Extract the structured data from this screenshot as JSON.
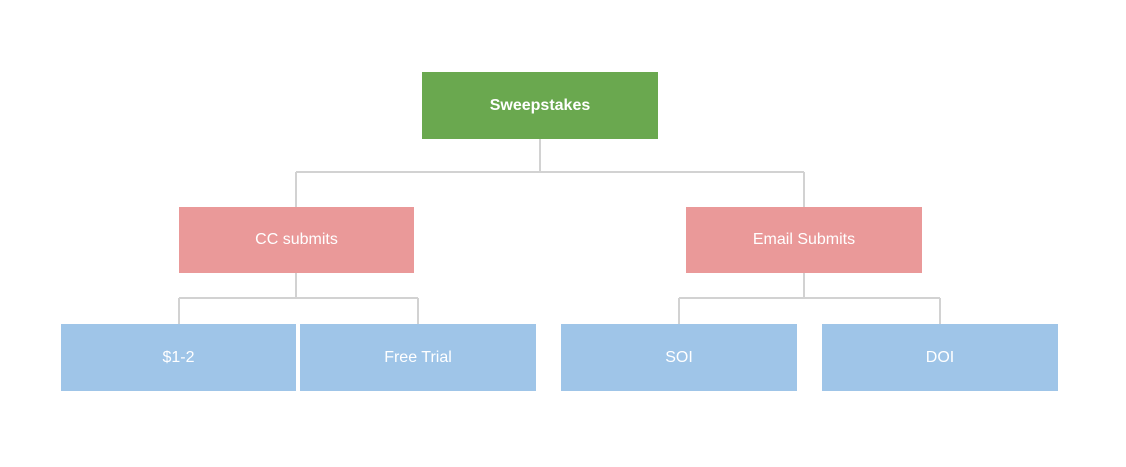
{
  "diagram": {
    "root": {
      "label": "Sweepstakes",
      "color": "#6aa84f"
    },
    "branches": [
      {
        "label": "CC submits",
        "color": "#ea9999",
        "children": [
          {
            "label": "$1-2",
            "color": "#9fc5e8"
          },
          {
            "label": "Free Trial",
            "color": "#9fc5e8"
          }
        ]
      },
      {
        "label": "Email Submits",
        "color": "#ea9999",
        "children": [
          {
            "label": "SOI",
            "color": "#9fc5e8"
          },
          {
            "label": "DOI",
            "color": "#9fc5e8"
          }
        ]
      }
    ],
    "connector_color": "#d2d2d2"
  }
}
